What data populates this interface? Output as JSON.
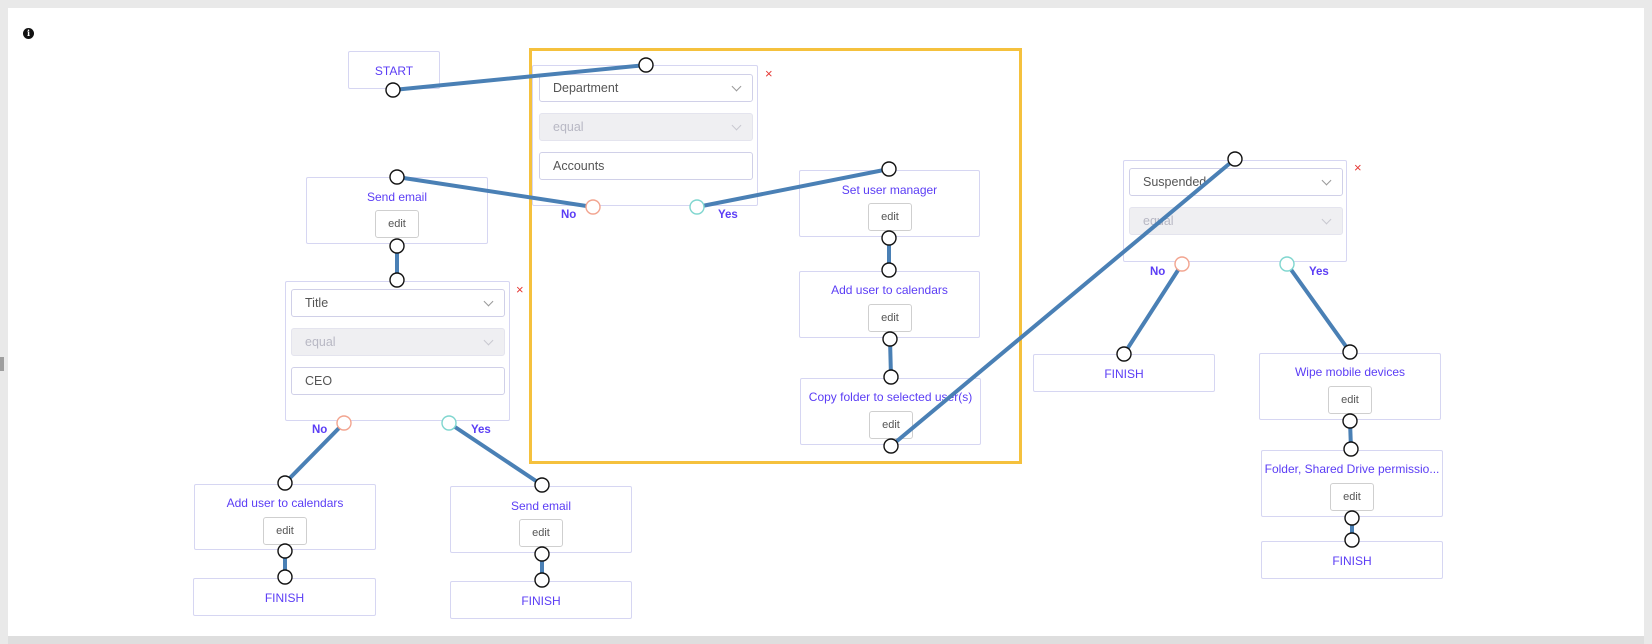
{
  "start": {
    "label": "START"
  },
  "edit_label": "edit",
  "finish_label": "FINISH",
  "close_glyph": "×",
  "info_glyph": "i",
  "colors": {
    "accent": "#5b3df5",
    "wire": "#4a80b5",
    "highlight": "#f5c13d",
    "no_port": "#f2a48f",
    "yes_port": "#7fd6cf",
    "remove": "#e53935"
  },
  "condition_department": {
    "field": "Department",
    "operator": "equal",
    "value": "Accounts",
    "no_label": "No",
    "yes_label": "Yes"
  },
  "condition_title": {
    "field": "Title",
    "operator": "equal",
    "value": "CEO",
    "no_label": "No",
    "yes_label": "Yes"
  },
  "condition_suspended": {
    "field": "Suspended",
    "operator": "equal",
    "no_label": "No",
    "yes_label": "Yes"
  },
  "actions": {
    "send_email_top": "Send email",
    "set_user_manager": "Set user manager",
    "add_calendars_mid": "Add user to calendars",
    "copy_folder": "Copy folder to selected user(s)",
    "add_calendars_left": "Add user to calendars",
    "send_email_bottom": "Send email",
    "wipe_mobile": "Wipe mobile devices",
    "folder_permissions": "Folder, Shared Drive permissio..."
  }
}
